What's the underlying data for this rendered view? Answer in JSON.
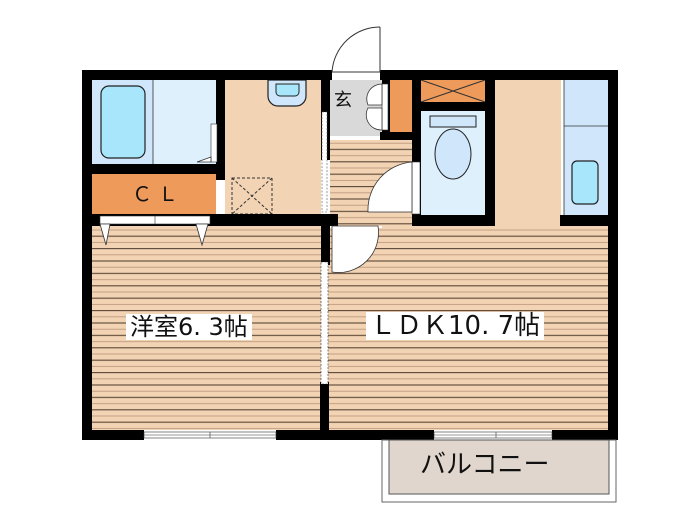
{
  "plan": {
    "rooms": {
      "western_room": {
        "label": "洋室6. 3帖",
        "type": "洋室",
        "size_jo": "6.3"
      },
      "ldk": {
        "label": "ＬＤＫ10. 7帖",
        "type": "LDK",
        "size_jo": "10.7"
      },
      "closet": {
        "label": "ＣＬ"
      },
      "entrance": {
        "label": "玄"
      },
      "balcony": {
        "label": "バルコニー"
      }
    },
    "colors": {
      "wall": "#000000",
      "floor_wood": "#f2d3b3",
      "floor_line": "#5a4636",
      "closet": "#ee9a5a",
      "bath": "#cfe6fb",
      "tub": "#a7e6fb",
      "entrance": "#d9d9d9",
      "balcony": "#e0d6cd"
    }
  }
}
